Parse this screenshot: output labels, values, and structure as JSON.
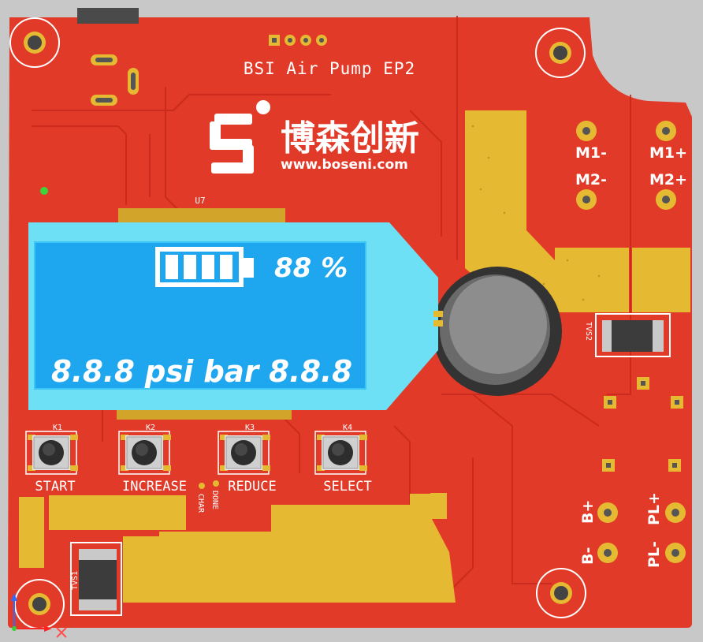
{
  "board": {
    "title": "BSI Air Pump EP2",
    "brand_cn": "博森创新",
    "brand_url": "www.boseni.com",
    "colors": {
      "pcb": "#e23a28",
      "copper": "#e6b932",
      "lcd_frame": "#6ee0f5",
      "lcd_screen": "#1ea6ee",
      "silkscreen": "#ffffff"
    }
  },
  "display": {
    "ref": "U7",
    "battery_level_pct": 88,
    "battery_bars": 4,
    "battery_text": "88 %",
    "pressure_text": "8.8.8 psi bar 8.8.8"
  },
  "buttons": [
    {
      "ref": "K1",
      "label": "START"
    },
    {
      "ref": "K2",
      "label": "INCREASE"
    },
    {
      "ref": "K3",
      "label": "REDUCE"
    },
    {
      "ref": "K4",
      "label": "SELECT"
    }
  ],
  "indicators": {
    "char": "CHAR",
    "done": "DONE"
  },
  "components": {
    "tvs1": "TVS1",
    "tvs2": "TVS2"
  },
  "connectors": {
    "m1_minus": "M1-",
    "m1_plus": "M1+",
    "m2_minus": "M2-",
    "m2_plus": "M2+",
    "b_plus": "B+",
    "b_minus": "B-",
    "pl_plus": "PL+",
    "pl_minus": "PL-"
  }
}
